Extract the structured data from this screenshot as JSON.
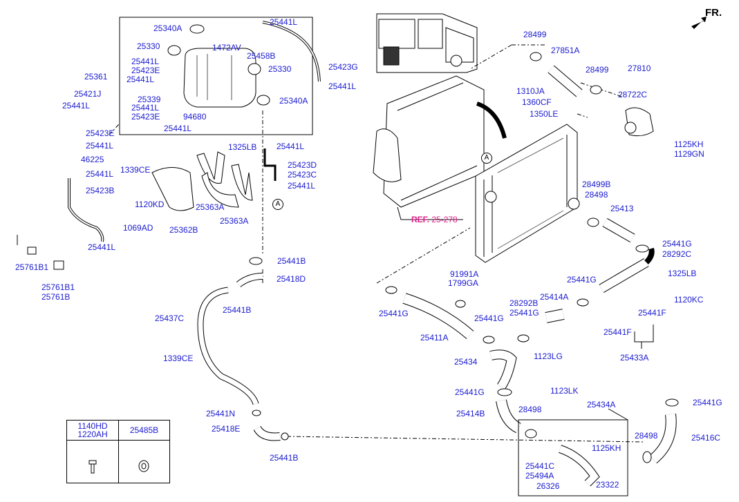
{
  "direction_label": "FR.",
  "ref_label": {
    "prefix": "REF.",
    "code": "25-278"
  },
  "callout_letter": "A",
  "table": {
    "col1_line1": "1140HD",
    "col1_line2": "1220AH",
    "col2": "25485B"
  },
  "labels": {
    "l01": "25340A",
    "l02": "25441L",
    "l03": "25330",
    "l04": "1472AV",
    "l05": "25458B",
    "l06": "25441L",
    "l07": "25423E",
    "l08": "25330",
    "l09": "25423G",
    "l10": "25361",
    "l11": "25441L",
    "l12": "25441L",
    "l13": "25421J",
    "l14": "25339",
    "l15": "25340A",
    "l16": "25441L",
    "l17": "25441L",
    "l18": "25423E",
    "l19": "94680",
    "l20": "25441L",
    "l21": "25423E",
    "l22": "25441L",
    "l23": "1325LB",
    "l24": "25441L",
    "l25": "46225",
    "l26": "1339CE",
    "l27": "25441L",
    "l28": "25423D",
    "l29": "25423C",
    "l30": "25441L",
    "l31": "25423B",
    "l32": "1120KD",
    "l33": "25363A",
    "l34": "1069AD",
    "l35": "25362B",
    "l36": "25363A",
    "l37": "25441L",
    "l38": "25761B1",
    "l39": "25761B1",
    "l40": "25761B",
    "l41": "25441B",
    "l42": "25418D",
    "l43": "25441B",
    "l44": "25437C",
    "l45": "1339CE",
    "l46": "25441N",
    "l47": "25418E",
    "l48": "25441B",
    "l49": "28499",
    "l50": "27851A",
    "l51": "28499",
    "l52": "27810",
    "l53": "1310JA",
    "l54": "28722C",
    "l55": "1360CF",
    "l56": "1350LE",
    "l57": "1125KH",
    "l58": "1129GN",
    "l59": "28499B",
    "l60": "28498",
    "l61": "25413",
    "l62": "25441G",
    "l63": "28292C",
    "l64": "91991A",
    "l65": "1799GA",
    "l66": "25441G",
    "l67": "1325LB",
    "l68": "25414A",
    "l69": "28292B",
    "l70": "25441G",
    "l71": "25441G",
    "l72": "1120KC",
    "l73": "25441G",
    "l74": "25441F",
    "l75": "25411A",
    "l76": "25441F",
    "l77": "25434",
    "l78": "1123LG",
    "l79": "25433A",
    "l80": "25441G",
    "l81": "1123LK",
    "l82": "25434A",
    "l83": "25441G",
    "l84": "25414B",
    "l85": "28498",
    "l86": "28498",
    "l87": "25416C",
    "l88": "1125KH",
    "l89": "25441C",
    "l90": "25494A",
    "l91": "26326",
    "l92": "23322"
  }
}
